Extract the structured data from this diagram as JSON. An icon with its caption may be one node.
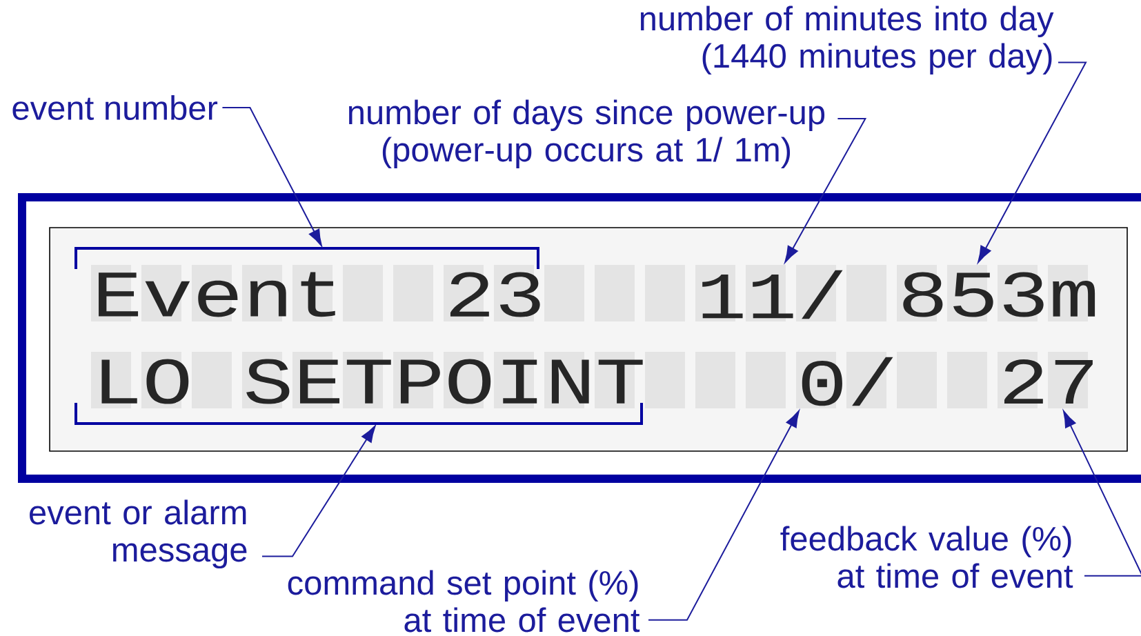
{
  "diagram": {
    "nodes": [
      {
        "text": [],
        "shape": "box"
      },
      {
        "text": [
          "Event",
          "23"
        ],
        "in": 0
      },
      {
        "text": [
          "11/"
        ],
        "in": 0
      },
      {
        "text": [
          "853m"
        ],
        "in": 0
      },
      {
        "text": [
          "LO",
          "SETPOINT"
        ],
        "in": 0
      },
      {
        "text": [
          "0/"
        ],
        "in": 0
      },
      {
        "text": [
          "27"
        ],
        "in": 0
      },
      {
        "text": [
          "number of minutes into day (1440 minutes per day)"
        ]
      },
      {
        "text": [
          "event number"
        ]
      },
      {
        "text": [
          "number of days since power-up (power-up occurs at 1/ 1m)"
        ]
      },
      {
        "text": [
          "event or alarm message"
        ]
      },
      {
        "text": [
          "feedback value (%) at time of event"
        ]
      },
      {
        "text": [
          "command set point (%) at time of event"
        ]
      }
    ],
    "edges": [
      {
        "from": 7,
        "to": 3,
        "arrow": "to"
      },
      {
        "from": 8,
        "to": 1,
        "arrow": "to"
      },
      {
        "from": 9,
        "to": 2,
        "arrow": "to"
      },
      {
        "from": 10,
        "to": 4,
        "arrow": "to"
      },
      {
        "from": 11,
        "to": 6,
        "arrow": "to"
      },
      {
        "from": 12,
        "to": 5,
        "arrow": "to"
      }
    ]
  }
}
